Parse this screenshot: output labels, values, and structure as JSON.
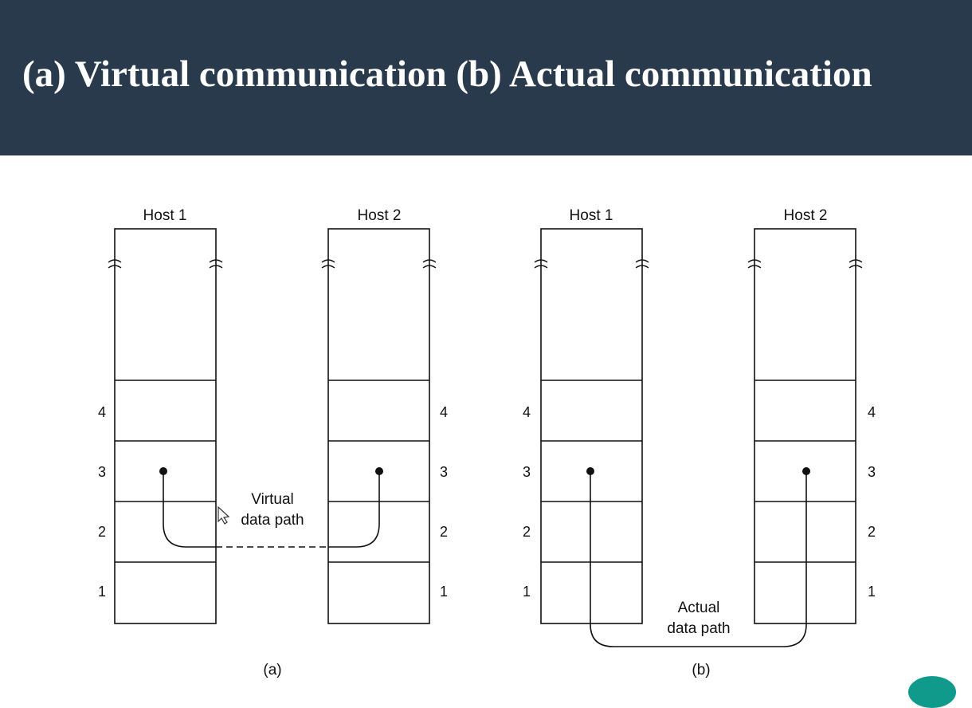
{
  "slide": {
    "title": "(a) Virtual communication (b) Actual communication"
  },
  "diagram": {
    "panels": [
      {
        "caption": "(a)",
        "hosts": [
          "Host 1",
          "Host 2"
        ],
        "layers": [
          "1",
          "2",
          "3",
          "4"
        ],
        "path_label_line1": "Virtual",
        "path_label_line2": "data path"
      },
      {
        "caption": "(b)",
        "hosts": [
          "Host 1",
          "Host 2"
        ],
        "layers": [
          "1",
          "2",
          "3",
          "4"
        ],
        "path_label_line1": "Actual",
        "path_label_line2": "data path"
      }
    ]
  },
  "colors": {
    "header_bg": "#283a4c",
    "title_text": "#ffffff",
    "line": "#111111",
    "badge": "#0f9a8c"
  }
}
